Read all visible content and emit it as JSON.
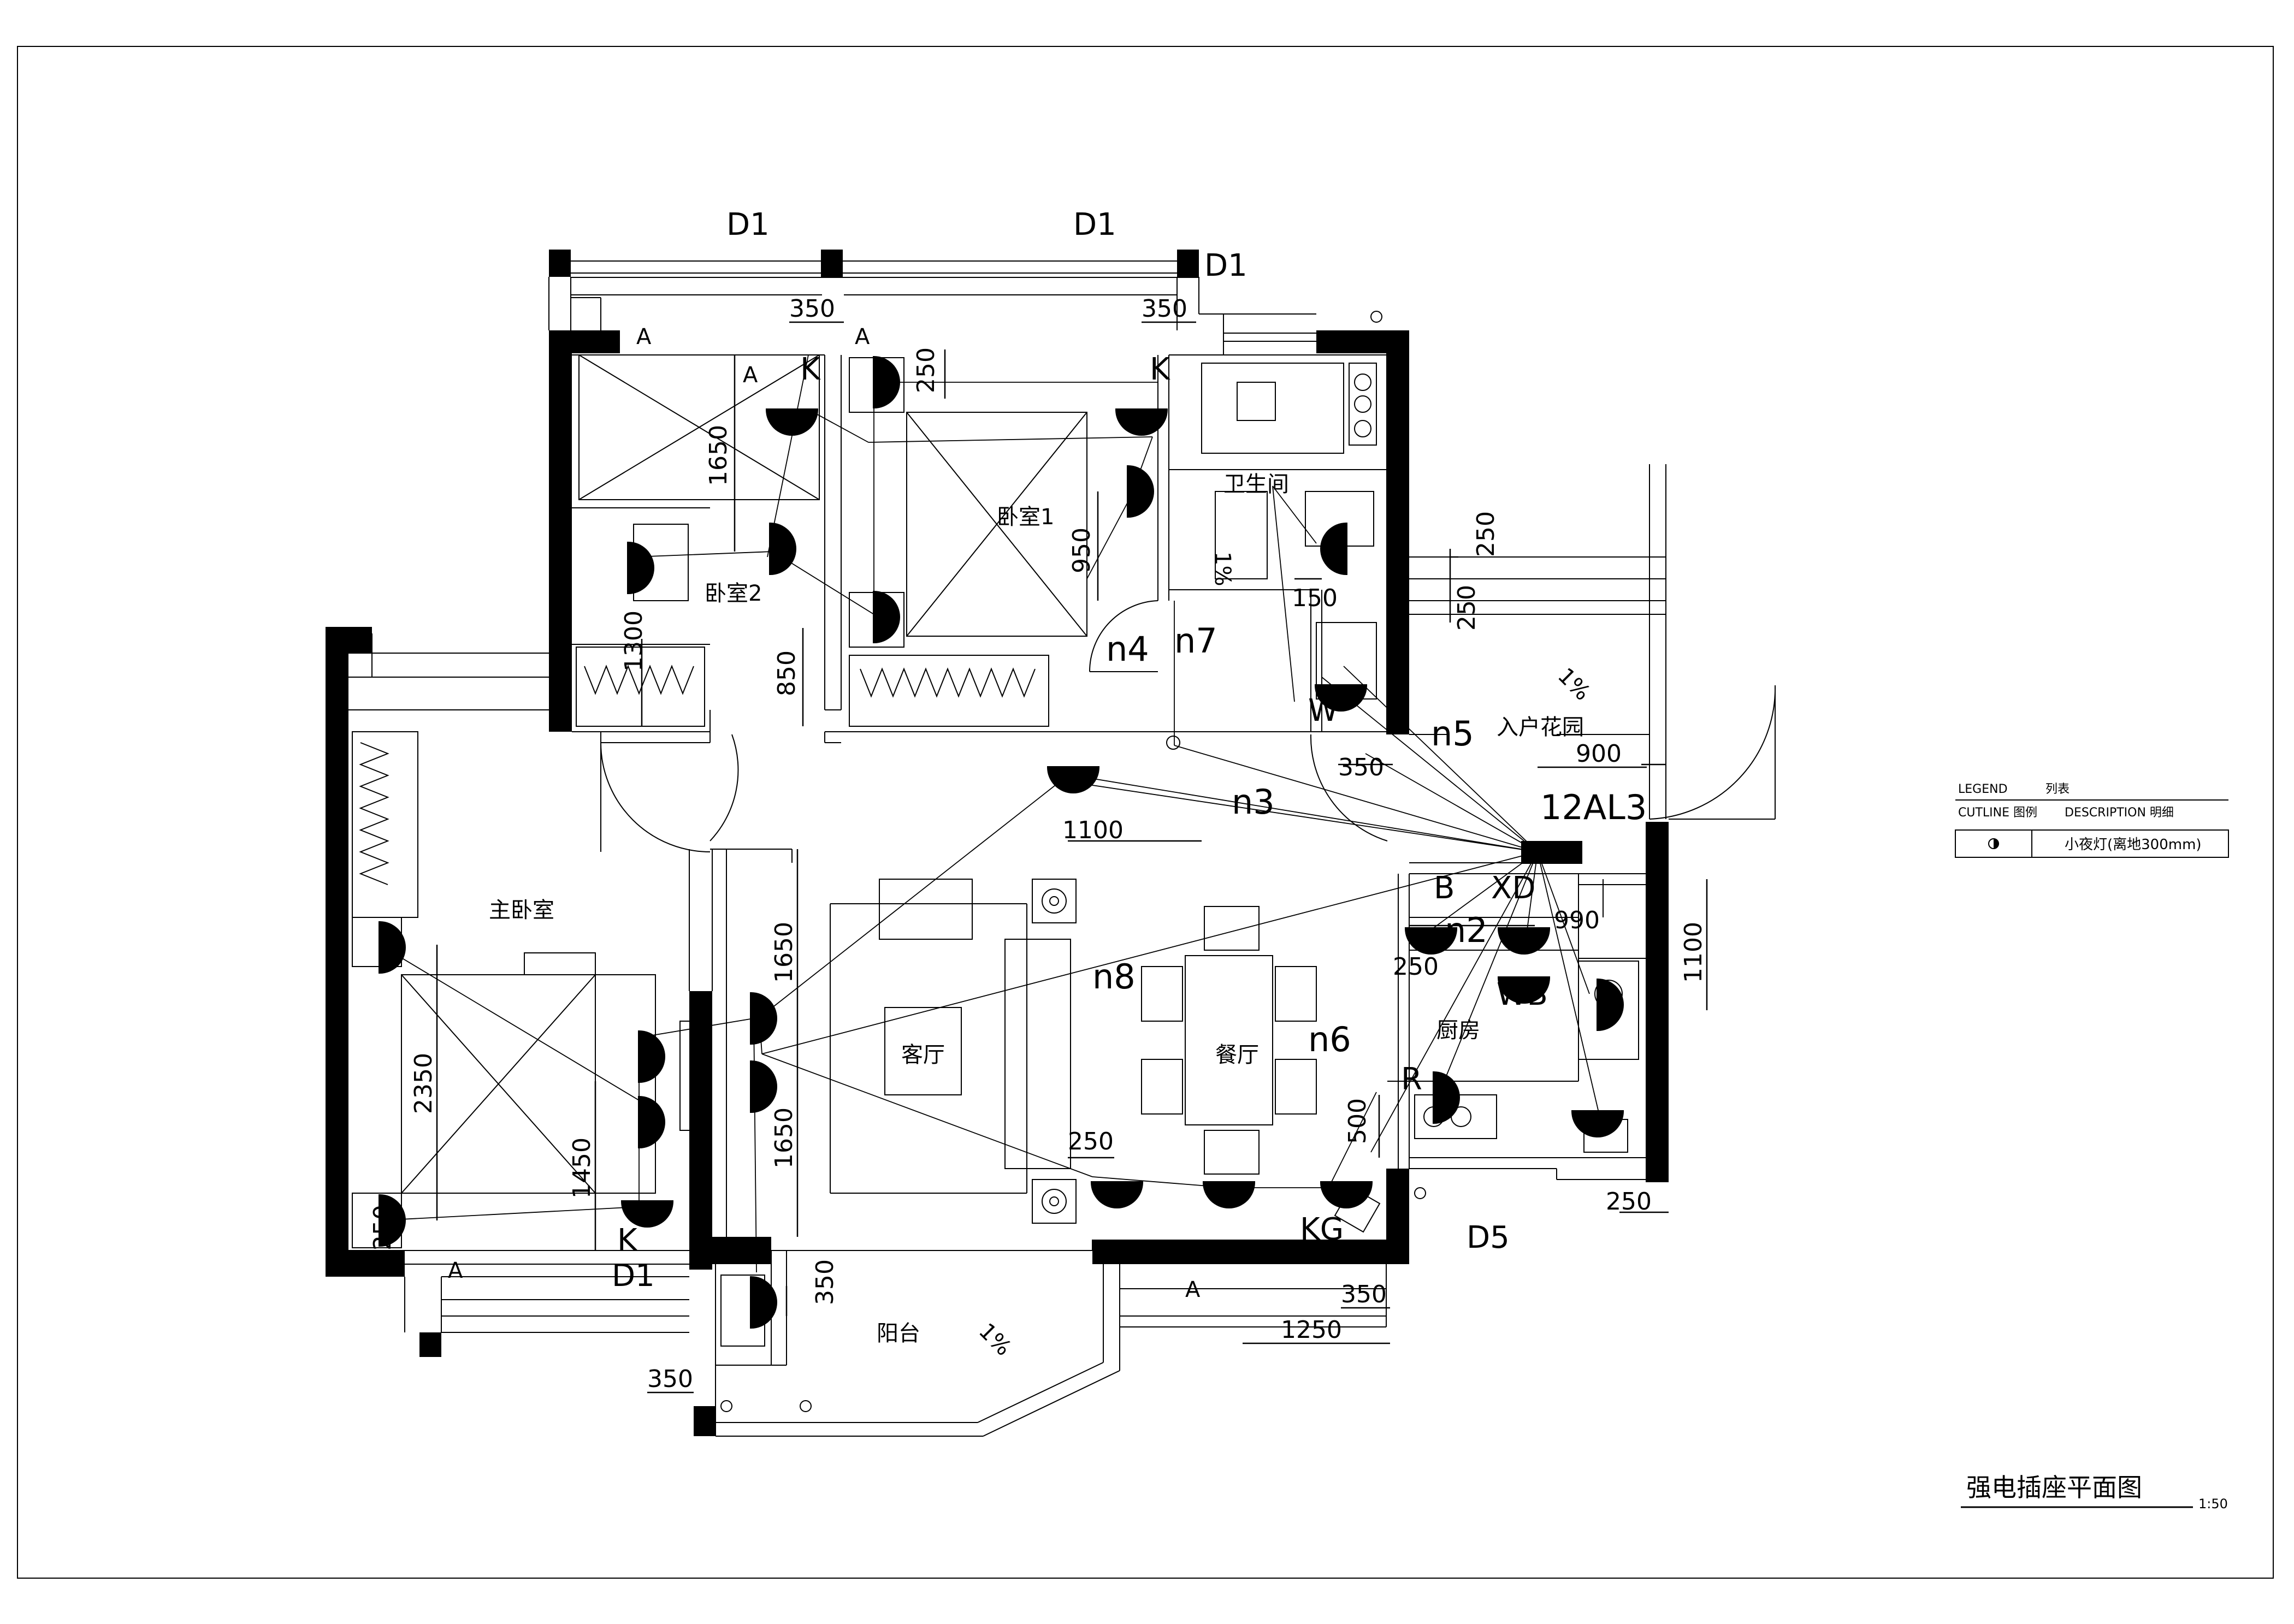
{
  "rooms": {
    "bedroom1": "卧室1",
    "bedroom2": "卧室2",
    "master": "主卧室",
    "bath": "卫生间",
    "living": "客厅",
    "dining": "餐厅",
    "kitchen": "厨房",
    "balcony": "阳台",
    "garden": "入户花园"
  },
  "slope": "1%",
  "dims": {
    "d350a": "350",
    "d350b": "350",
    "d350c": "350",
    "d350d": "350",
    "d350e": "350",
    "d350f": "350",
    "d250a": "250",
    "d250b": "250",
    "d250c": "250",
    "d250d": "250",
    "d250e": "250",
    "d250f": "250",
    "d250g": "250",
    "d1650a": "1650",
    "d1650b": "1650",
    "d1650c": "1650",
    "d950": "950",
    "d850": "850",
    "d1300": "1300",
    "d150": "150",
    "d1100a": "1100",
    "d1100b": "1100",
    "d900": "900",
    "d990": "990",
    "d2350": "2350",
    "d1450": "1450",
    "d500": "500",
    "d1250": "1250"
  },
  "tags": {
    "D1a": "D1",
    "D1b": "D1",
    "D1c": "D1",
    "D1d": "D1",
    "D5": "D5",
    "K1": "K",
    "K2": "K",
    "K3": "K",
    "KG": "KG",
    "W": "W",
    "B": "B",
    "XD": "XD",
    "WB": "WB",
    "R": "R",
    "A1": "A",
    "A2": "A",
    "A3": "A",
    "A4": "A",
    "A5": "A"
  },
  "circuits": {
    "n2": "n2",
    "n3": "n3",
    "n4": "n4",
    "n5": "n5",
    "n6": "n6",
    "n7": "n7",
    "n8": "n8",
    "panel": "12AL3"
  },
  "legend": {
    "header_en": "LEGEND",
    "header_cn": "列表",
    "cutline": "CUTLINE 图例",
    "description": "DESCRIPTION 明细",
    "item": "小夜灯(离地300mm)"
  },
  "title": {
    "text": "强电插座平面图",
    "scale": "1:50"
  }
}
